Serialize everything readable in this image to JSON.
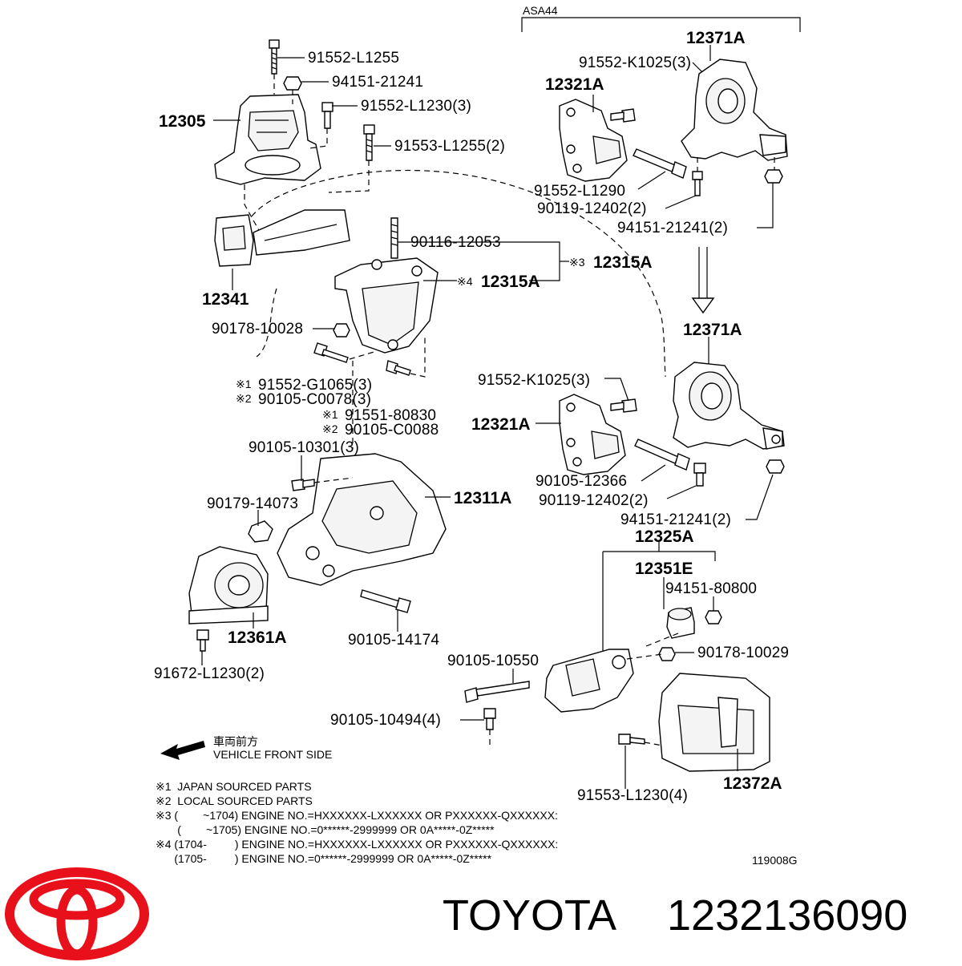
{
  "diagram": {
    "model_code": "ASA44",
    "figure_id": "119008G",
    "labels": {
      "p12371A_top": "12371A",
      "p91552_K1025_top": "91552-K1025(3)",
      "p12321A_top": "12321A",
      "p91552_L1290": "91552-L1290",
      "p90119_12402_top": "90119-12402(2)",
      "p94151_21241_top": "94151-21241(2)",
      "p91552_L1255": "91552-L1255",
      "p94151_21241": "94151-21241",
      "p12305": "12305",
      "p91552_L1230": "91552-L1230(3)",
      "p91553_L1255": "91553-L1255(2)",
      "p90116_12053": "90116-12053",
      "p12315A_right": "12315A",
      "p12315A_mid": "12315A",
      "p12341": "12341",
      "p90178_10028": "90178-10028",
      "p12371A_mid": "12371A",
      "p91552_G1065": "91552-G1065(3)",
      "p90105_C0078": "90105-C0078(3)",
      "p91551_80830": "91551-80830",
      "p90105_C0088": "90105-C0088",
      "p91552_K1025_mid": "91552-K1025(3)",
      "p12321A_mid": "12321A",
      "p90105_10301": "90105-10301(3)",
      "p12311A": "12311A",
      "p90105_12366": "90105-12366",
      "p90119_12402_mid": "90119-12402(2)",
      "p90179_14073": "90179-14073",
      "p94151_21241_mid": "94151-21241(2)",
      "p12325A": "12325A",
      "p12351E": "12351E",
      "p94151_80800": "94151-80800",
      "p12361A": "12361A",
      "p90105_14174": "90105-14174",
      "p90178_10029": "90178-10029",
      "p91672_L1230": "91672-L1230(2)",
      "p90105_10550": "90105-10550",
      "p90105_10494": "90105-10494(4)",
      "p91553_L1230": "91553-L1230(4)",
      "p12372A": "12372A"
    },
    "marks": {
      "m1": "※1",
      "m2": "※2",
      "m3": "※3",
      "m4": "※4"
    },
    "front": {
      "jp": "車両前方",
      "en": "VEHICLE FRONT SIDE"
    },
    "notes": [
      "※1  JAPAN SOURCED PARTS",
      "※2  LOCAL SOURCED PARTS",
      "※3 (        ~1704) ENGINE NO.=HXXXXXX-LXXXXXX OR PXXXXXX-QXXXXXX:",
      "       (        ~1705) ENGINE NO.=0******-2999999 OR 0A*****-0Z*****",
      "※4 (1704-         ) ENGINE NO.=HXXXXXX-LXXXXXX OR PXXXXXX-QXXXXXX:",
      "      (1705-         ) ENGINE NO.=0******-2999999 OR 0A*****-0Z*****"
    ]
  },
  "brand": {
    "name": "TOYOTA",
    "part_number": "1232136090",
    "logo": "toyota-emblem",
    "logo_color": "#e8101a"
  }
}
